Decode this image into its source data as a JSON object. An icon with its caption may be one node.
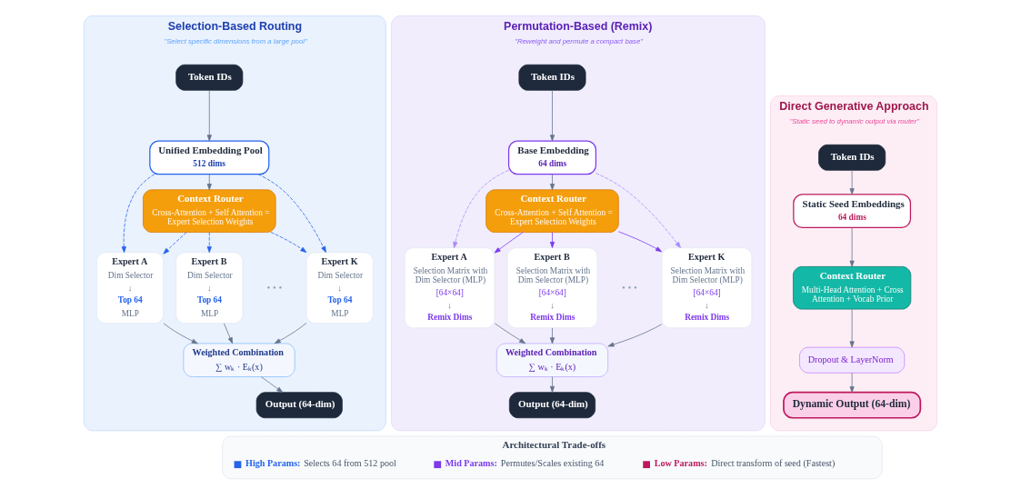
{
  "diagram": {
    "nodes": [
      {
        "text": [
          "Selection-Based Routing",
          "\"Select specific dimensions from a large pool\""
        ]
      },
      {
        "text": [
          "Token IDs"
        ],
        "in": 0
      },
      {
        "text": [
          "Unified Embedding Pool",
          "512 dims"
        ],
        "in": 0
      },
      {
        "text": [
          "Context Router",
          "Cross-Attention + Self Attention = Expert Selection Weights"
        ],
        "in": 0
      },
      {
        "text": [
          "Expert A",
          "Dim Selector",
          "↓",
          "Top 64",
          "MLP"
        ],
        "in": 0
      },
      {
        "text": [
          "Expert B",
          "Dim Selector",
          "↓",
          "Top 64",
          "MLP"
        ],
        "in": 0
      },
      {
        "text": [
          "Expert K",
          "Dim Selector",
          "↓",
          "Top 64",
          "MLP"
        ],
        "in": 0
      },
      {
        "text": [
          "Weighted Combination",
          "∑ wₖ · Eₖ(x)"
        ],
        "in": 0
      },
      {
        "text": [
          "Output (64-dim)"
        ],
        "in": 0
      },
      {
        "text": [
          "Permutation-Based (Remix)",
          "\"Reweight and permute a compact base\""
        ]
      },
      {
        "text": [
          "Token IDs"
        ],
        "in": 9
      },
      {
        "text": [
          "Base Embedding",
          "64 dims"
        ],
        "in": 9
      },
      {
        "text": [
          "Context Router",
          "Cross-Attention + Self Attention = Expert Selection Weights"
        ],
        "in": 9
      },
      {
        "text": [
          "Expert A",
          "Selection Matrix with Dim Selector (MLP)",
          "[64×64]",
          "↓",
          "Remix Dims"
        ],
        "in": 9
      },
      {
        "text": [
          "Expert B",
          "Selection Matrix with Dim Selector (MLP)",
          "[64×64]",
          "↓",
          "Remix Dims"
        ],
        "in": 9
      },
      {
        "text": [
          "Expert K",
          "Selection Matrix with Dim Selector (MLP)",
          "[64×64]",
          "↓",
          "Remix Dims"
        ],
        "in": 9
      },
      {
        "text": [
          "Weighted Combination",
          "∑ wₖ · Eₖ(x)"
        ],
        "in": 9
      },
      {
        "text": [
          "Output (64-dim)"
        ],
        "in": 9
      },
      {
        "text": [
          "Direct Generative Approach",
          "\"Static seed to dynamic output via router\""
        ]
      },
      {
        "text": [
          "Token IDs"
        ],
        "in": 18
      },
      {
        "text": [
          "Static Seed Embeddings",
          "64 dims"
        ],
        "in": 18
      },
      {
        "text": [
          "Context Router",
          "Multi-Head Attention + Cross Attention + Vocab Prior"
        ],
        "in": 18
      },
      {
        "text": [
          "Dropout & LayerNorm"
        ],
        "in": 18
      },
      {
        "text": [
          "Dynamic Output (64-dim)"
        ],
        "in": 18
      },
      {
        "text": [
          "Architectural Trade-offs"
        ]
      }
    ],
    "edges": [
      {
        "from": 1,
        "to": 2,
        "arrow": "to"
      },
      {
        "from": 2,
        "to": 3,
        "arrow": "to"
      },
      {
        "from": 2,
        "to": 4,
        "arrow": "to",
        "style": "dashed",
        "color": "#2563eb"
      },
      {
        "from": 2,
        "to": 6,
        "arrow": "to",
        "style": "dashed",
        "color": "#2563eb"
      },
      {
        "from": 3,
        "to": 4,
        "arrow": "to",
        "style": "dashed",
        "color": "#2563eb"
      },
      {
        "from": 3,
        "to": 5,
        "arrow": "to",
        "style": "dashed",
        "color": "#2563eb"
      },
      {
        "from": 3,
        "to": 6,
        "arrow": "to",
        "style": "dashed",
        "color": "#2563eb"
      },
      {
        "from": 4,
        "to": 7,
        "arrow": "to"
      },
      {
        "from": 5,
        "to": 7,
        "arrow": "to"
      },
      {
        "from": 6,
        "to": 7,
        "arrow": "to"
      },
      {
        "from": 7,
        "to": 8,
        "arrow": "to"
      },
      {
        "from": 10,
        "to": 11,
        "arrow": "to"
      },
      {
        "from": 11,
        "to": 12,
        "arrow": "to"
      },
      {
        "from": 11,
        "to": 13,
        "arrow": "to",
        "style": "dashed",
        "color": "#a78bfa"
      },
      {
        "from": 11,
        "to": 15,
        "arrow": "to",
        "style": "dashed",
        "color": "#a78bfa"
      },
      {
        "from": 12,
        "to": 13,
        "arrow": "to",
        "color": "#7c3aed"
      },
      {
        "from": 12,
        "to": 14,
        "arrow": "to",
        "color": "#7c3aed"
      },
      {
        "from": 12,
        "to": 15,
        "arrow": "to",
        "color": "#7c3aed"
      },
      {
        "from": 13,
        "to": 16,
        "arrow": "to"
      },
      {
        "from": 14,
        "to": 16,
        "arrow": "to"
      },
      {
        "from": 15,
        "to": 16,
        "arrow": "to"
      },
      {
        "from": 16,
        "to": 17,
        "arrow": "to"
      },
      {
        "from": 19,
        "to": 20,
        "arrow": "to"
      },
      {
        "from": 20,
        "to": 21,
        "arrow": "to"
      },
      {
        "from": 21,
        "to": 22,
        "arrow": "to"
      },
      {
        "from": 22,
        "to": 23,
        "arrow": "to"
      }
    ],
    "labels": [
      "• • •",
      "• • •"
    ],
    "legend": [
      {
        "text": "**High Params:** Selects 64 from 512 pool",
        "color": "#2563eb"
      },
      {
        "text": "**Mid Params:** Permutes/Scales existing 64",
        "color": "#7c3aed"
      },
      {
        "text": "**Low Params:** Direct transform of seed (Fastest)",
        "color": "#be185d"
      }
    ]
  }
}
